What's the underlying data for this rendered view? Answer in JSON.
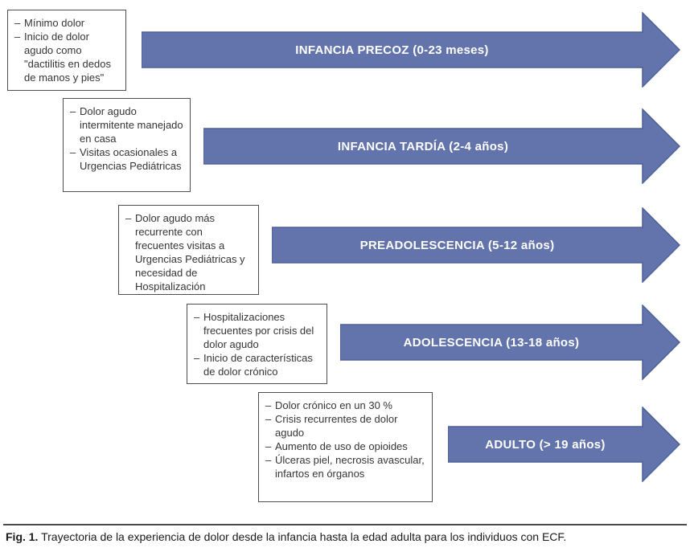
{
  "figure": {
    "caption_label": "Fig. 1.",
    "caption_text": "Trayectoria de la experiencia de dolor desde la infancia hasta la edad adulta para los individuos con ECF."
  },
  "ui": {
    "bullet_dash": "–",
    "arrow_fill": "#6274AB",
    "arrow_stroke": "#4E5F99",
    "box_border_color": "#4d4d4d",
    "arrow_text_color": "#ffffff"
  },
  "stages": [
    {
      "label": "INFANCIA PRECOZ (0-23 meses)",
      "bullets": [
        "Mínimo dolor",
        "Inicio de dolor agudo como \"dactilitis en dedos de manos y pies\""
      ]
    },
    {
      "label": "INFANCIA TARDÍA (2-4 años)",
      "bullets": [
        "Dolor agudo intermitente manejado en casa",
        "Visitas ocasionales a Urgencias Pediátricas"
      ]
    },
    {
      "label": "PREADOLESCENCIA (5-12 años)",
      "bullets": [
        "Dolor agudo más recurrente con frecuentes visitas a Urgencias Pediátricas y necesidad de Hospitalización"
      ]
    },
    {
      "label": "ADOLESCENCIA (13-18 años)",
      "bullets": [
        "Hospitalizaciones frecuentes por crisis del dolor agudo",
        "Inicio de características de dolor crónico"
      ]
    },
    {
      "label": "ADULTO (> 19 años)",
      "bullets": [
        "Dolor crónico en un 30 %",
        "Crisis recurrentes de dolor agudo",
        "Aumento de uso de opioides",
        "Úlceras piel, necrosis avascular, infartos en órganos"
      ]
    }
  ]
}
